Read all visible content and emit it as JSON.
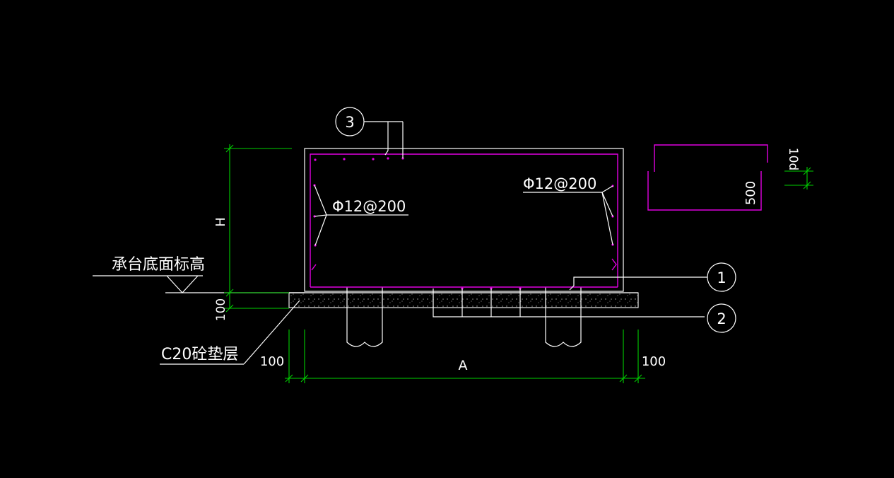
{
  "drawing": {
    "title": "承台底面标高",
    "cushion_label": "C20砼垫层",
    "rebar_left": "Φ12@200",
    "rebar_right": "Φ12@200",
    "dim_height": "H",
    "dim_cushion": "100",
    "dim_width": "A",
    "dim_left_offset": "100",
    "dim_right_offset": "100",
    "hook_detail_length": "500",
    "hook_detail_lap": "10d",
    "callout_1": "1",
    "callout_2": "2",
    "callout_3": "3"
  },
  "colors": {
    "background": "#000000",
    "outline": "#ffffff",
    "rebar": "#e000e0",
    "dimension": "#00d000"
  }
}
